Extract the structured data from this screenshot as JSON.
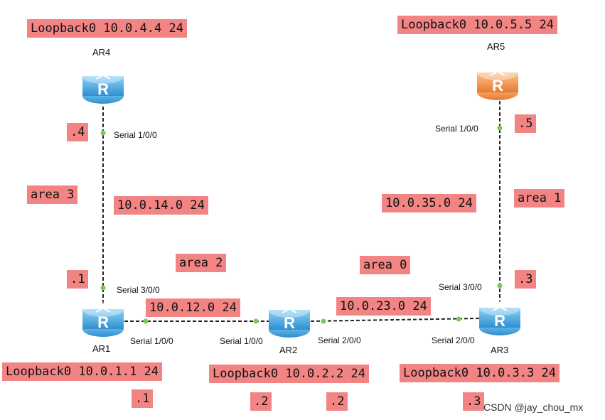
{
  "routers": {
    "ar1": {
      "name": "AR1",
      "loopback": "Loopback0 10.0.1.1 24"
    },
    "ar2": {
      "name": "AR2",
      "loopback": "Loopback0 10.0.2.2 24"
    },
    "ar3": {
      "name": "AR3",
      "loopback": "Loopback0 10.0.3.3 24"
    },
    "ar4": {
      "name": "AR4",
      "loopback": "Loopback0 10.0.4.4 24"
    },
    "ar5": {
      "name": "AR5",
      "loopback": "Loopback0 10.0.5.5 24"
    }
  },
  "networks": {
    "ar1_ar4": "10.0.14.0 24",
    "ar1_ar2": "10.0.12.0 24",
    "ar2_ar3": "10.0.23.0 24",
    "ar3_ar5": "10.0.35.0 24"
  },
  "areas": {
    "area3": "area 3",
    "area2": "area 2",
    "area0": "area 0",
    "area1": "area 1"
  },
  "host_octets": {
    "ar4_serial": ".4",
    "ar1_serial": ".1",
    "ar1_loop": ".1",
    "ar2_loop_left": ".2",
    "ar2_loop_right": ".2",
    "ar3_loop": ".3",
    "ar3_serial": ".3",
    "ar5_serial": ".5"
  },
  "interfaces": {
    "ar4_s100": "Serial 1/0/0",
    "ar1_s300": "Serial 3/0/0",
    "ar1_s100": "Serial 1/0/0",
    "ar2_s100": "Serial 1/0/0",
    "ar2_s200": "Serial 2/0/0",
    "ar3_s200": "Serial 2/0/0",
    "ar3_s300": "Serial 3/0/0",
    "ar5_s100": "Serial 1/0/0"
  },
  "colors": {
    "label_bg": "#f28484",
    "router_blue": "#4fb3e8",
    "router_orange": "#f39a55",
    "link": "#222222",
    "port_dot": "#7ec85a"
  },
  "watermark": "CSDN @jay_chou_mx"
}
